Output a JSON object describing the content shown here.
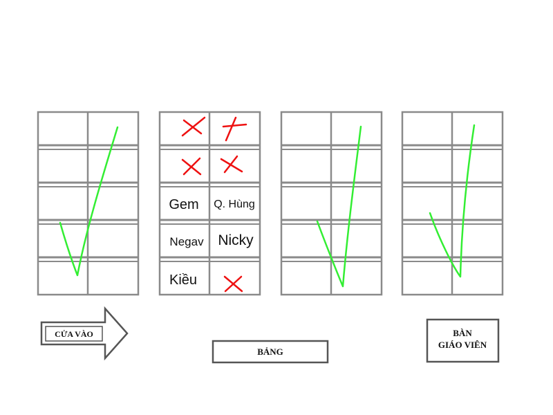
{
  "diagram": {
    "columns": [
      {
        "id": "column-1",
        "rows": 5,
        "check": "green-check"
      },
      {
        "id": "column-2",
        "rows": 5,
        "seats": [
          {
            "row": 0,
            "col": 0,
            "mark": "red-x",
            "text": ""
          },
          {
            "row": 0,
            "col": 1,
            "mark": "red-x",
            "text": ""
          },
          {
            "row": 1,
            "col": 0,
            "mark": "red-x",
            "text": ""
          },
          {
            "row": 1,
            "col": 1,
            "mark": "red-x",
            "text": ""
          },
          {
            "row": 2,
            "col": 0,
            "mark": "",
            "text": "Gem"
          },
          {
            "row": 2,
            "col": 1,
            "mark": "",
            "text": "Q. Hùng"
          },
          {
            "row": 3,
            "col": 0,
            "mark": "",
            "text": "Negav"
          },
          {
            "row": 3,
            "col": 1,
            "mark": "",
            "text": "Nicky"
          },
          {
            "row": 4,
            "col": 0,
            "mark": "",
            "text": "Kiều"
          },
          {
            "row": 4,
            "col": 1,
            "mark": "red-x",
            "text": ""
          }
        ]
      },
      {
        "id": "column-3",
        "rows": 5,
        "check": "green-check"
      },
      {
        "id": "column-4",
        "rows": 5,
        "check": "green-check"
      }
    ],
    "entrance_label": "CỬA VÀO",
    "board_label": "BẢNG",
    "teacher_desk_label_line1": "BÀN",
    "teacher_desk_label_line2": "GIÁO VIÊN",
    "colors": {
      "grid": "#8a8a8a",
      "check": "#33ee33",
      "cross": "#ee1111",
      "sign": "#555555"
    }
  }
}
